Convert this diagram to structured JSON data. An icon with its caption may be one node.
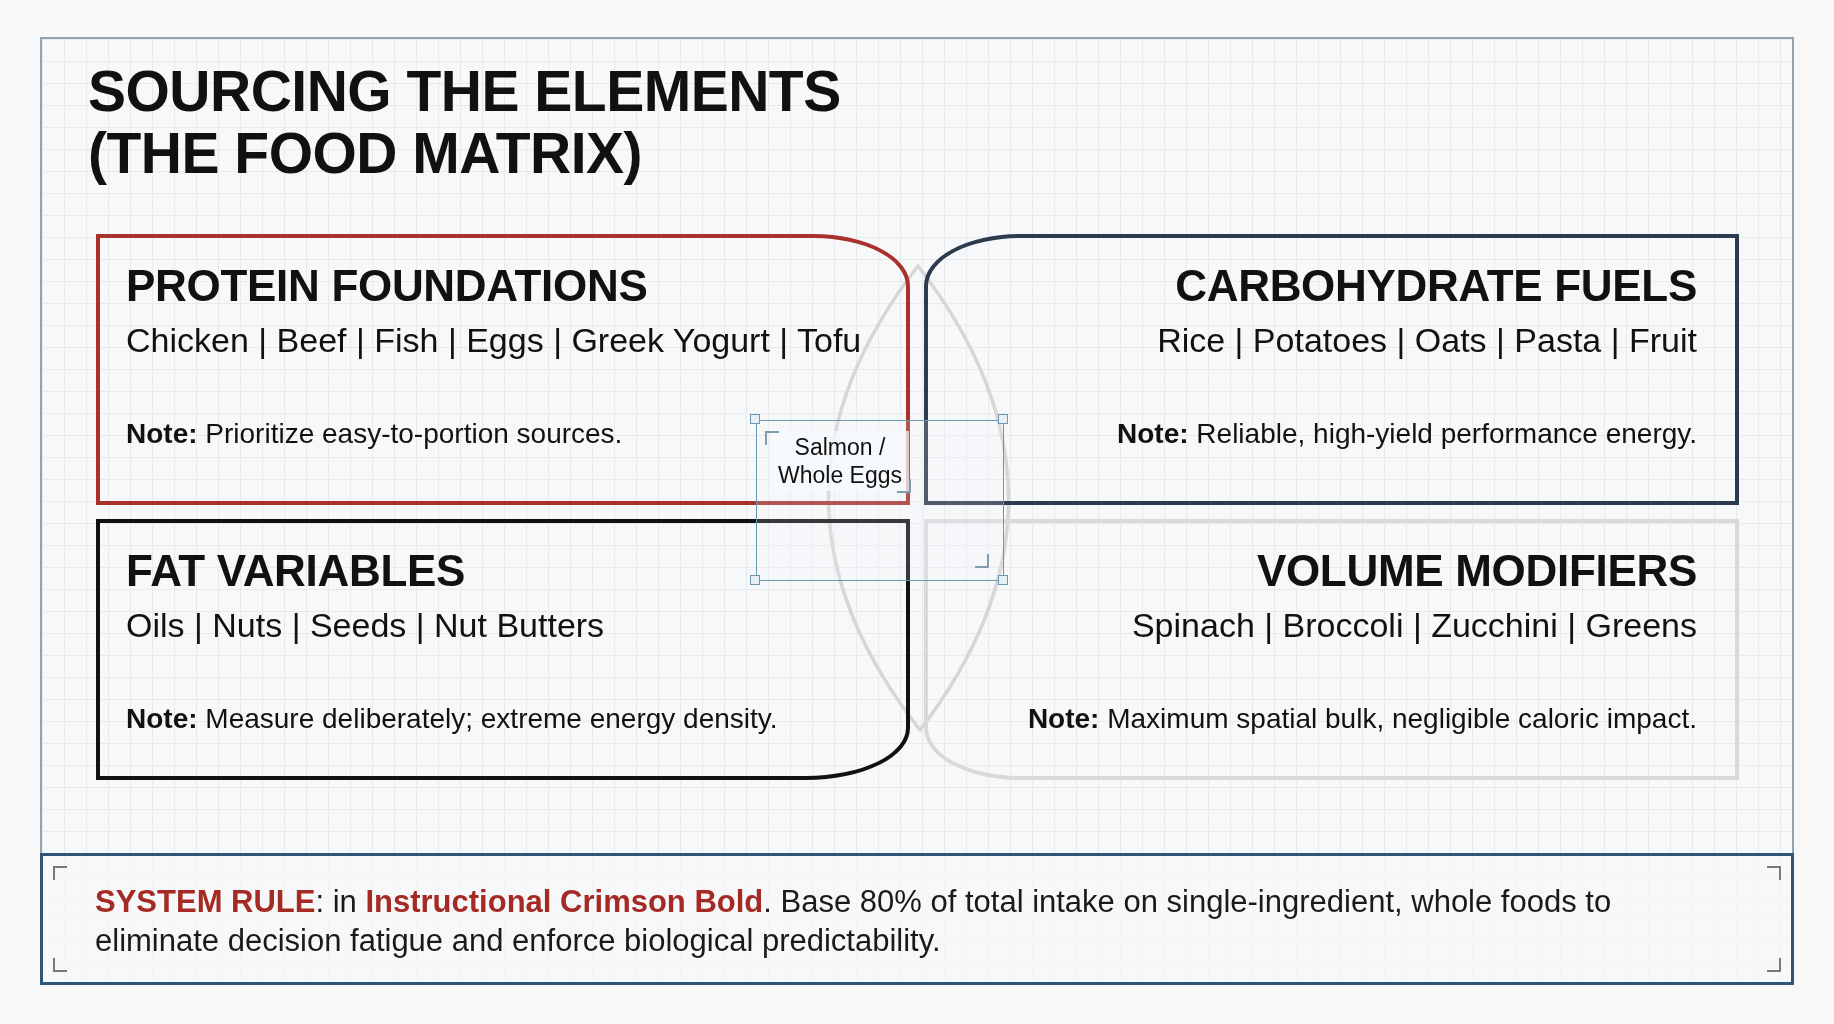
{
  "diagram": {
    "title": "SOURCING THE ELEMENTS (THE FOOD MATRIX)",
    "nodes": [
      {
        "text": [
          "PROTEIN FOUNDATIONS",
          "Chicken | Beef | Fish | Eggs | Greek Yogurt | Tofu",
          "**Note:** Prioritize easy-to-portion sources."
        ]
      },
      {
        "text": [
          "CARBOHYDRATE FUELS",
          "Rice | Potatoes | Oats | Pasta | Fruit",
          "**Note:** Reliable, high-yield performance energy."
        ]
      },
      {
        "text": [
          "FAT VARIABLES",
          "Oils | Nuts | Seeds | Nut Butters",
          "**Note:** Measure deliberately; extreme energy density."
        ]
      },
      {
        "text": [
          "VOLUME MODIFIERS",
          "Spinach | Broccoli | Zucchini | Greens",
          "**Note:** Maximum spatial bulk, negligible caloric impact."
        ]
      },
      {
        "text": [
          "Salmon / Whole Eggs"
        ]
      },
      {
        "text": [
          "**SYSTEM RULE**: in **Instructional Crimson Bold**. Base 80% of total intake on single-ingredient, whole foods to eliminate decision fatigue and enforce biological predictability."
        ]
      }
    ]
  }
}
